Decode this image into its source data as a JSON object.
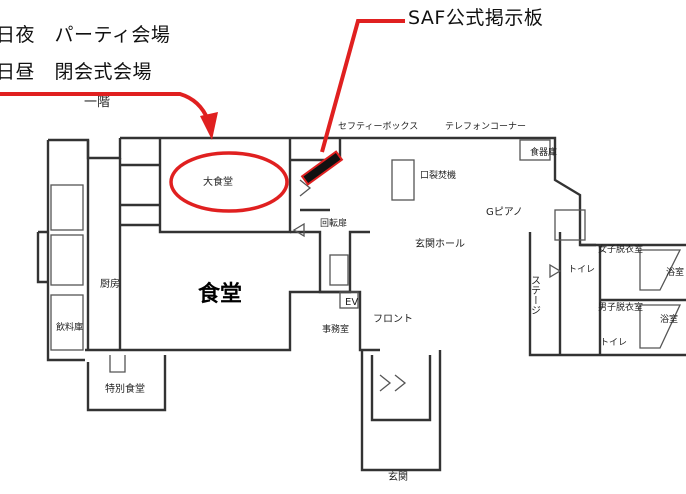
{
  "annotations": {
    "day1_night": "日夜　パーティ会場",
    "day2_day": "日昼　閉会式会場",
    "saf_board": "SAF公式掲示板",
    "floor_label": "一階"
  },
  "rooms": {
    "dining_hall": "食堂",
    "large_banquet": "大食堂",
    "kitchen": "厨房",
    "special_dining": "特別食堂",
    "lobby": "玄関ホール",
    "front_desk": "フロント",
    "office": "事務室",
    "elevator": "EV",
    "stage": "ステージ",
    "piano": "Gピアノ",
    "womens_dressing": "女子脱衣室",
    "mens_dressing": "男子脱衣室",
    "bath_women": "浴室",
    "bath_men": "浴室",
    "toilet_w": "トイレ",
    "toilet_m": "トイレ",
    "safety_box": "セフティーボックス",
    "phone_corner": "テレフォンコーナー",
    "entrance": "玄関",
    "lockers": "口裂焚機",
    "storage": "食器庫",
    "reception": "回転扉",
    "drinking": "飲料庫"
  },
  "colors": {
    "highlight": "#e02020",
    "board_marker": "#111111",
    "wall": "#333333"
  }
}
